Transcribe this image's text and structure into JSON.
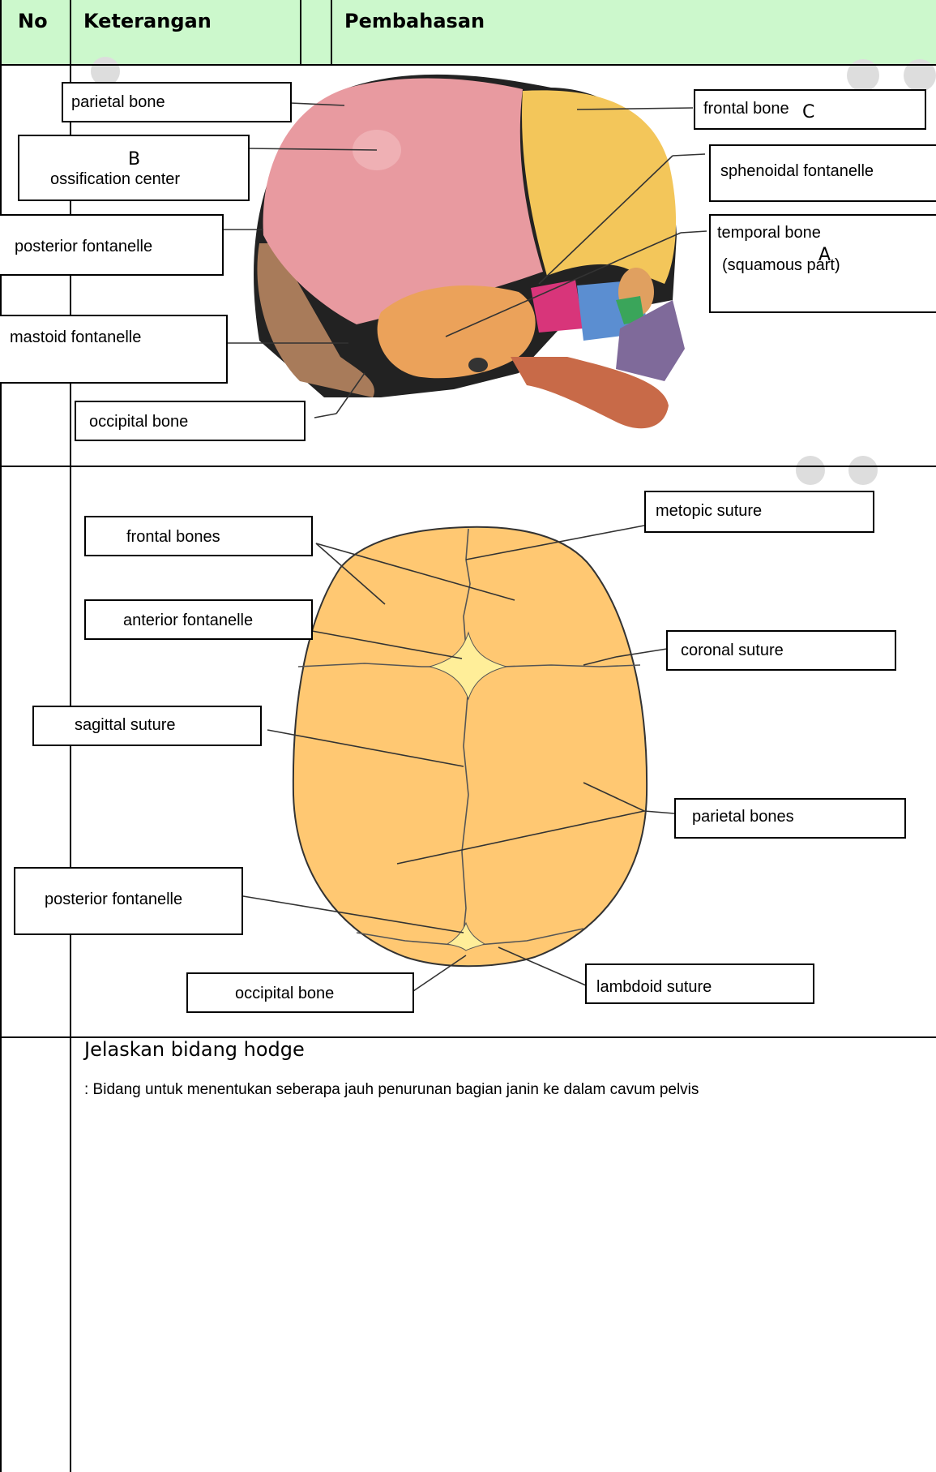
{
  "header": {
    "no": "No",
    "keterangan": "Keterangan",
    "pembahasan": "Pembahasan"
  },
  "diagram1": {
    "labels": {
      "parietal_bone": "parietal bone",
      "ossification_center": "ossification center",
      "posterior_fontanelle": "posterior fontanelle",
      "mastoid_fontanelle": "mastoid fontanelle",
      "occipital_bone": "occipital bone",
      "frontal_bone": "frontal bone",
      "sphenoidal_fontanelle": "sphenoidal fontanelle",
      "temporal_bone": "temporal bone",
      "squamous_part": "(squamous part)"
    },
    "letters": {
      "a": "A",
      "b": "B",
      "c": "C"
    },
    "colors": {
      "parietal": "#e89aa0",
      "frontal": "#f3c65a",
      "occipital": "#a87b5a",
      "temporal": "#eba25a",
      "sphenoid": "#d8357a",
      "blue": "#5b8ed1",
      "purple": "#7f6a9a",
      "mandible": "#c86a48"
    }
  },
  "diagram2": {
    "labels": {
      "frontal_bones": "frontal bones",
      "anterior_fontanelle": "anterior fontanelle",
      "sagittal_suture": "sagittal suture",
      "posterior_fontanelle": "posterior fontanelle",
      "occipital_bone": "occipital bone",
      "metopic_suture": "metopic suture",
      "coronal_suture": "coronal suture",
      "parietal_bones": "parietal bones",
      "lambdoid_suture": "lambdoid suture"
    },
    "colors": {
      "skull": "#ffc872",
      "fontanelle": "#ffee99"
    }
  },
  "content": {
    "question": "Jelaskan bidang hodge",
    "answer": ": Bidang untuk menentukan seberapa jauh penurunan bagian janin ke dalam cavum pelvis"
  }
}
